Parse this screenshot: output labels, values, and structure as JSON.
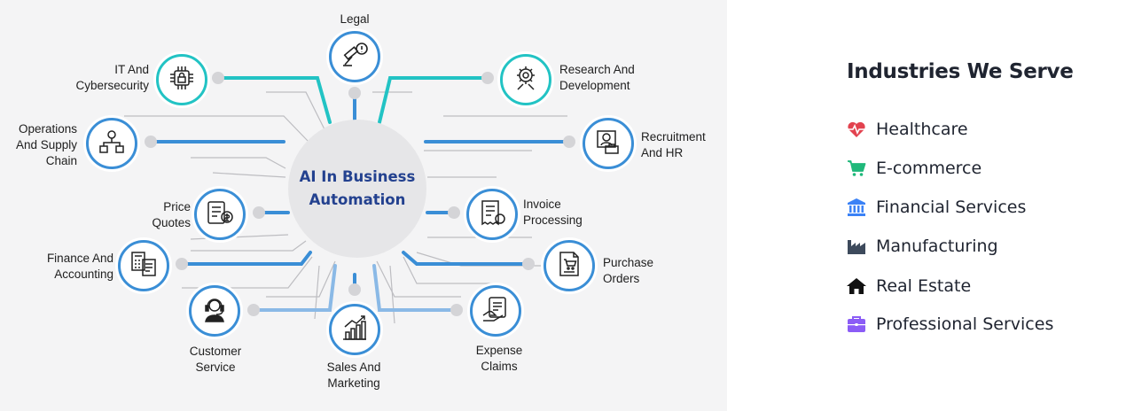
{
  "diagram": {
    "hub_title": "AI In Business Automation",
    "nodes": [
      {
        "label": "Legal",
        "icon": "gavel-icon"
      },
      {
        "label": "IT And\nCybersecurity",
        "icon": "chip-lock-icon"
      },
      {
        "label": "Research And\nDevelopment",
        "icon": "gear-research-icon"
      },
      {
        "label": "Operations\nAnd Supply\nChain",
        "icon": "supply-chain-icon"
      },
      {
        "label": "Recruitment\nAnd HR",
        "icon": "recruitment-icon"
      },
      {
        "label": "Price\nQuotes",
        "icon": "price-quote-icon"
      },
      {
        "label": "Invoice\nProcessing",
        "icon": "invoice-icon"
      },
      {
        "label": "Finance And\nAccounting",
        "icon": "calculator-icon"
      },
      {
        "label": "Purchase\nOrders",
        "icon": "purchase-order-icon"
      },
      {
        "label": "Customer\nService",
        "icon": "headset-icon"
      },
      {
        "label": "Sales And\nMarketing",
        "icon": "growth-chart-icon"
      },
      {
        "label": "Expense\nClaims",
        "icon": "expense-claim-icon"
      }
    ]
  },
  "industries": {
    "title": "Industries We Serve",
    "items": [
      {
        "label": "Healthcare",
        "icon": "heartbeat-icon",
        "color": "#e2424f"
      },
      {
        "label": "E-commerce",
        "icon": "shopping-cart-icon",
        "color": "#1fb87a"
      },
      {
        "label": "Financial Services",
        "icon": "bank-icon",
        "color": "#3b82f6"
      },
      {
        "label": "Manufacturing",
        "icon": "factory-icon",
        "color": "#3d4a5c"
      },
      {
        "label": "Real Estate",
        "icon": "house-icon",
        "color": "#111111"
      },
      {
        "label": "Professional Services",
        "icon": "briefcase-icon",
        "color": "#8b5cf6"
      }
    ]
  }
}
